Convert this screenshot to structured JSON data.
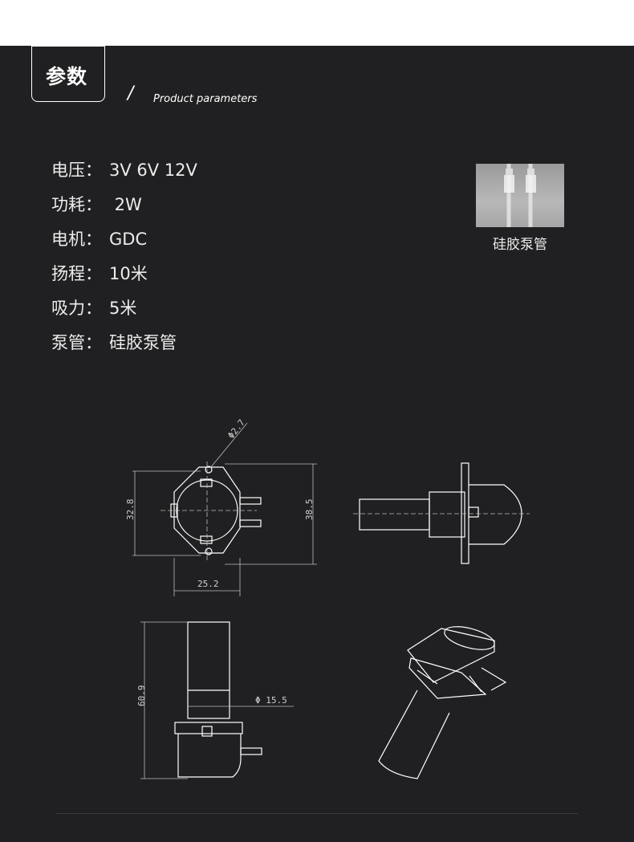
{
  "header": {
    "title": "参数",
    "slash": "/",
    "subtitle": "Product parameters"
  },
  "specs": [
    {
      "label": "电压：",
      "value": "3V 6V 12V"
    },
    {
      "label": "功耗：",
      "value": " 2W"
    },
    {
      "label": "电机：",
      "value": "GDC"
    },
    {
      "label": "扬程：",
      "value": "10米"
    },
    {
      "label": "吸力：",
      "value": "5米"
    },
    {
      "label": "泵管：",
      "value": "硅胶泵管"
    }
  ],
  "photo": {
    "caption": "硅胶泵管"
  },
  "drawing": {
    "dim_hole": "Φ2.7",
    "dim_height_left": "32.8",
    "dim_height_right": "38.5",
    "dim_width": "25.2",
    "dim_length": "60.9",
    "dim_diameter": "Φ 15.5"
  },
  "colors": {
    "background": "#202022",
    "text": "#ececec",
    "line": "#ffffff"
  }
}
